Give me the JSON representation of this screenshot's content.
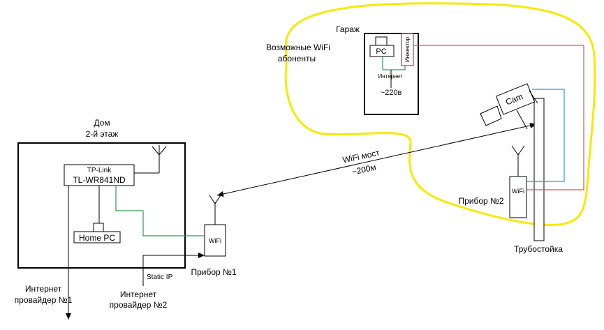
{
  "colors": {
    "wifi_zone": "#f5ea00",
    "ethernet_green": "#2e9a5a",
    "cable_blue": "#3a8fd0",
    "cable_red": "#e05050",
    "injector_red": "#d23030"
  },
  "house": {
    "title_line1": "Дом",
    "title_line2": "2-й этаж",
    "router_brand": "TP-Link",
    "router_model": "TL-WR841ND",
    "home_pc": "Home PC"
  },
  "garage": {
    "title": "Гараж",
    "pc": "PC",
    "injector": "Инжектор",
    "internet": "Интернет",
    "power": "~220в"
  },
  "labels": {
    "wifi_subscribers_line1": "Возможные WiFi",
    "wifi_subscribers_line2": "абоненты",
    "wifi_bridge_line1": "WiFi мост",
    "wifi_bridge_line2": "~200м",
    "device1": "Прибор №1",
    "device2": "Прибор №2",
    "wifi": "WiFi",
    "mast": "Трубостойка",
    "cam": "Cam",
    "static_ip": "Static IP",
    "isp1_line1": "Интернет",
    "isp1_line2": "провайдер №1",
    "isp2_line1": "Интернет",
    "isp2_line2": "провайдер №2"
  }
}
